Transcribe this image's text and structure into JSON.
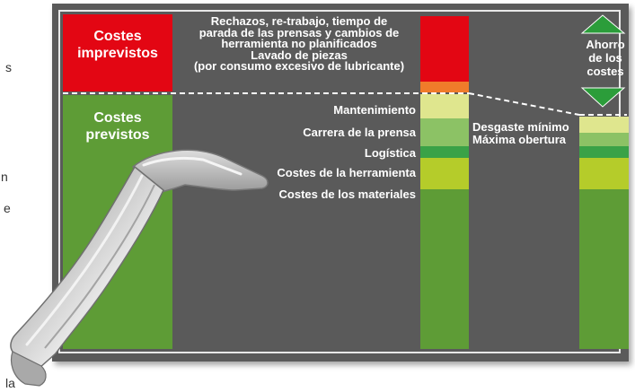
{
  "edge_text": [
    "s",
    "n",
    "e",
    "la"
  ],
  "boxes": {
    "unforeseen": "Costes imprevistos",
    "planned": "Costes previstos"
  },
  "unforeseen_block": {
    "lines": [
      "Rechazos, re-trabajo, tiempo de",
      "parada de las prensas y cambios de",
      "herramienta no planificados",
      "Lavado de piezas",
      "(por consumo excesivo de lubricante)"
    ]
  },
  "planned_labels": [
    "Mantenimiento",
    "Carrera de la prensa",
    "Logística",
    "Costes de la herramienta",
    "Costes de los materiales"
  ],
  "right_annotations": [
    "Desgaste mínimo",
    "Máxima obertura"
  ],
  "savings_label": "Ahorro de los costes",
  "colors": {
    "panel": "#5a5a5a",
    "red": "#e30613",
    "orange": "#f07c2a",
    "green": "#5e9c36",
    "light_yellow_green": "#dfe68e",
    "light_green": "#8cc265",
    "mid_green": "#3aa247",
    "yellow_green": "#b5cc2a",
    "arrow_green": "#2b9d3a"
  },
  "icons": [
    "arrow-up-icon",
    "arrow-down-icon",
    "bolt-handle-image"
  ]
}
